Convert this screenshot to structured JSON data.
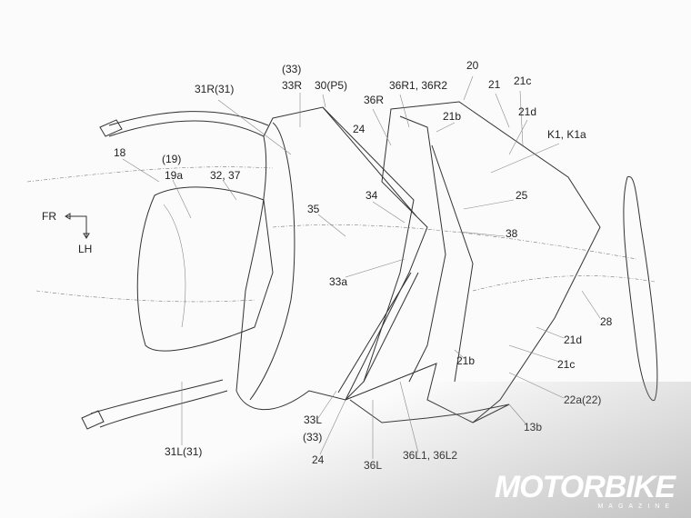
{
  "labels": {
    "l33a_top": "(33)",
    "l33r": "33R",
    "l30p5": "30(P5)",
    "l36r1": "36R1, 36R2",
    "l20": "20",
    "l21": "21",
    "l21c_top": "21c",
    "l36r": "36R",
    "l31r": "31R(31)",
    "l21b_top": "21b",
    "l21d_top": "21d",
    "l24_top": "24",
    "lk1": "K1, K1a",
    "l18": "18",
    "l19": "(19)",
    "l19a": "19a",
    "l3237": "32, 37",
    "l35": "35",
    "l34": "34",
    "l25": "25",
    "lfr": "FR",
    "llh": "LH",
    "l38": "38",
    "l33a": "33a",
    "l28": "28",
    "l21d_bot": "21d",
    "l21b_bot": "21b",
    "l21c_bot": "21c",
    "l22a": "22a(22)",
    "l13b": "13b",
    "l33l": "33L",
    "l33_bot": "(33)",
    "l31l": "31L(31)",
    "l24_bot": "24",
    "l36l": "36L",
    "l36l1": "36L1, 36L2"
  },
  "watermark": {
    "logo": "MOTORBIKE",
    "logo_sub": "MAGAZINE"
  },
  "colors": {
    "line": "#333333",
    "background": "#fbfbfb",
    "logo": "#ffffff"
  }
}
